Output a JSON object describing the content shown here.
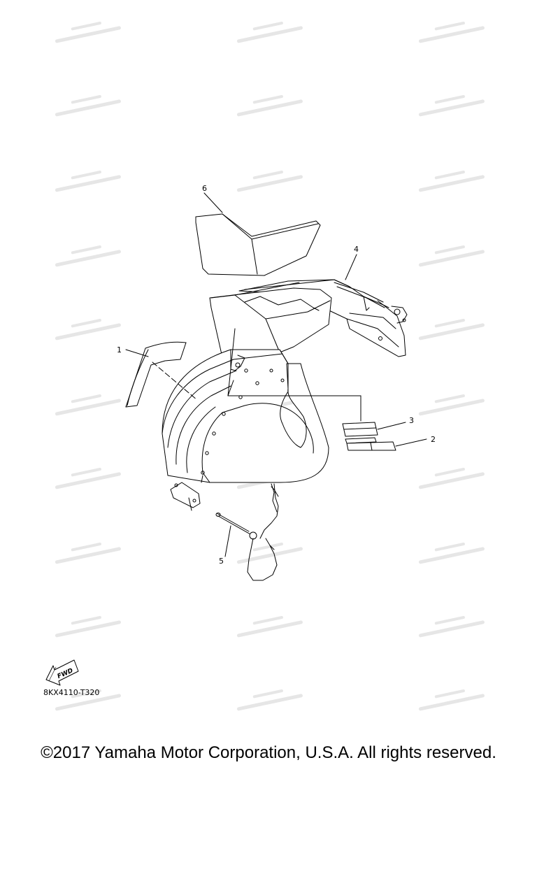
{
  "diagram": {
    "part_code": "8KX4110-T320",
    "fwd_label": "FWD",
    "callouts": [
      {
        "id": "1",
        "label": "1"
      },
      {
        "id": "2",
        "label": "2"
      },
      {
        "id": "3",
        "label": "3"
      },
      {
        "id": "4",
        "label": "4"
      },
      {
        "id": "5",
        "label": "5"
      },
      {
        "id": "6",
        "label": "6"
      }
    ]
  },
  "footer": {
    "copyright": "©2017 Yamaha Motor Corporation, U.S.A. All rights reserved."
  },
  "colors": {
    "line": "#000000",
    "background": "#ffffff",
    "watermark": "#dcdcdc"
  }
}
